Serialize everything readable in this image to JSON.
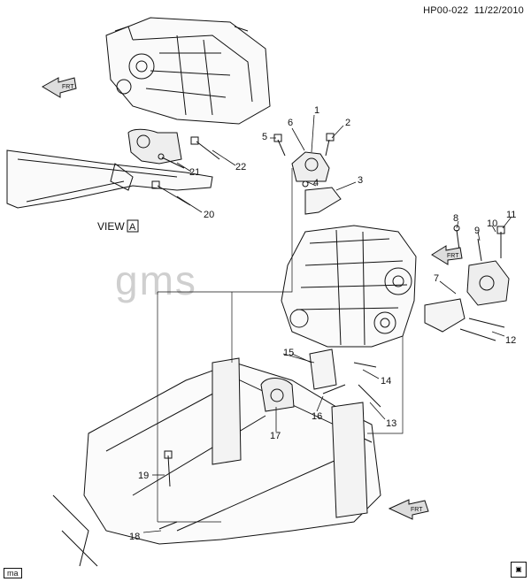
{
  "header": {
    "diagram_id": "HP00-022",
    "date": "11/22/2010"
  },
  "footer": {
    "tag": "ma"
  },
  "watermark": "gms",
  "view": {
    "label": "VIEW",
    "letter": "A"
  },
  "fwd_label": "FRT",
  "callouts": [
    "1",
    "2",
    "3",
    "4",
    "5",
    "6",
    "7",
    "8",
    "9",
    "10",
    "11",
    "12",
    "13",
    "14",
    "15",
    "16",
    "17",
    "18",
    "19",
    "20",
    "21",
    "22"
  ]
}
